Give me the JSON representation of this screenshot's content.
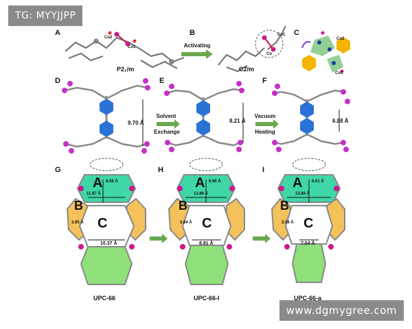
{
  "watermarks": {
    "top": "TG: MYYJJPP",
    "bottom": "www.dgmygree.com"
  },
  "panels": {
    "A": {
      "letter": "A",
      "space_group": "P2₁/m",
      "atoms": [
        "Co2",
        "Co1"
      ]
    },
    "B": {
      "letter": "B",
      "space_group": "C2/m",
      "atoms": [
        "Co1",
        "Co"
      ]
    },
    "C": {
      "letter": "C",
      "atoms": [
        "Co2",
        "Co1"
      ]
    },
    "D": {
      "letter": "D",
      "distance": "9.70 Å"
    },
    "E": {
      "letter": "E",
      "distance": "8.21 Å"
    },
    "F": {
      "letter": "F",
      "distance": "6.88 Å"
    },
    "G": {
      "letter": "G",
      "name": "UPC-66",
      "cage_A": "8.08 Å",
      "cage_A2": "11.87 Å",
      "cage_B": "3.95 Å",
      "cage_C": "10.37 Å"
    },
    "H": {
      "letter": "H",
      "name": "UPC-66-I",
      "cage_A": "6.96 Å",
      "cage_A2": "12.86 Å",
      "cage_B": "3.84 Å",
      "cage_C": "8.81 Å"
    },
    "I": {
      "letter": "I",
      "name": "UPC-66-a",
      "cage_A": "6.01 Å",
      "cage_A2": "13.84 Å",
      "cage_B": "3.59 Å",
      "cage_C": "7.04 Å"
    }
  },
  "cage_letters": {
    "a": "A",
    "b": "B",
    "c": "C"
  },
  "arrows": {
    "activating": "Activating",
    "solvent": "Solvent",
    "exchange": "Exchange",
    "vacuum": "Vacuum",
    "heating": "Heating"
  },
  "colors": {
    "cage_A": "#3fd6a8",
    "cage_B": "#f4c15a",
    "cage_C": "#8fe07a",
    "ring": "#2b72d6",
    "cobalt": "#d0168c",
    "arrow": "#6aa84f"
  }
}
